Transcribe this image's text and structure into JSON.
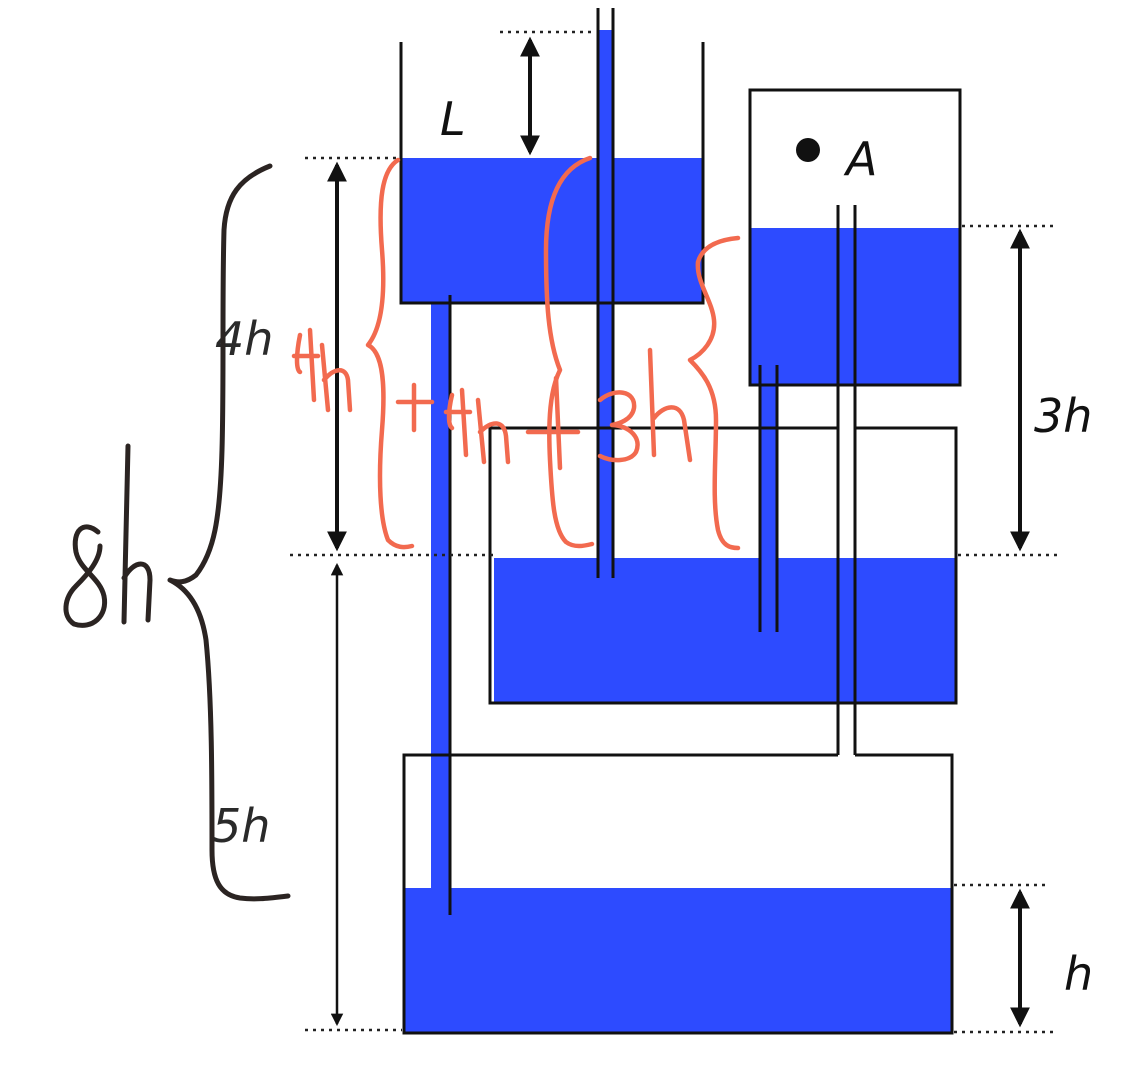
{
  "labels": {
    "L": "L",
    "A": "A",
    "h_top_left": "4h",
    "h_bottom_left": "5h",
    "h_right_middle": "3h",
    "h_right_bottom": "h"
  },
  "handwriting": {
    "red_sum": "4h + 4h + 3h",
    "dark_total": "8h"
  },
  "colors": {
    "water": "#2d4bff",
    "annotation_red": "#f26a4f",
    "annotation_dark": "#2b2422"
  }
}
